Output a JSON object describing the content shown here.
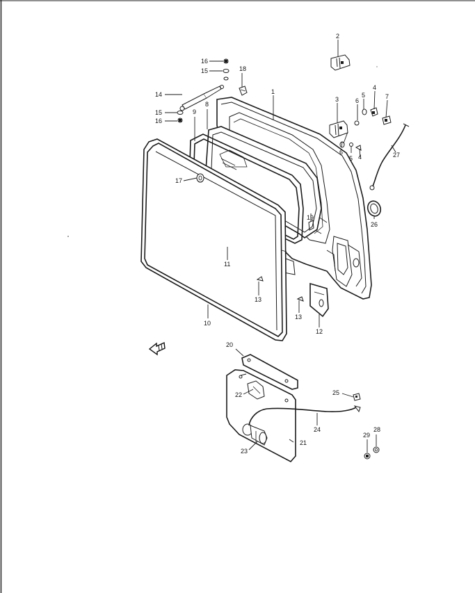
{
  "diagram": {
    "callouts": [
      {
        "id": "c1",
        "label": "1"
      },
      {
        "id": "c2",
        "label": "2"
      },
      {
        "id": "c3",
        "label": "3"
      },
      {
        "id": "c4a",
        "label": "4"
      },
      {
        "id": "c4b",
        "label": "4"
      },
      {
        "id": "c5a",
        "label": "5"
      },
      {
        "id": "c5b",
        "label": "5"
      },
      {
        "id": "c6a",
        "label": "6"
      },
      {
        "id": "c6b",
        "label": "6"
      },
      {
        "id": "c7",
        "label": "7"
      },
      {
        "id": "c8",
        "label": "8"
      },
      {
        "id": "c9",
        "label": "9"
      },
      {
        "id": "c10",
        "label": "10"
      },
      {
        "id": "c11",
        "label": "11"
      },
      {
        "id": "c12",
        "label": "12"
      },
      {
        "id": "c13a",
        "label": "13"
      },
      {
        "id": "c13b",
        "label": "13"
      },
      {
        "id": "c14",
        "label": "14"
      },
      {
        "id": "c15a",
        "label": "15"
      },
      {
        "id": "c15b",
        "label": "15"
      },
      {
        "id": "c16a",
        "label": "16"
      },
      {
        "id": "c16b",
        "label": "16"
      },
      {
        "id": "c17",
        "label": "17"
      },
      {
        "id": "c18",
        "label": "18"
      },
      {
        "id": "c19",
        "label": "19"
      },
      {
        "id": "c20",
        "label": "20"
      },
      {
        "id": "c21",
        "label": "21"
      },
      {
        "id": "c22",
        "label": "22"
      },
      {
        "id": "c23",
        "label": "23"
      },
      {
        "id": "c24",
        "label": "24"
      },
      {
        "id": "c25",
        "label": "25"
      },
      {
        "id": "c26",
        "label": "26"
      },
      {
        "id": "c27",
        "label": "27"
      },
      {
        "id": "c28",
        "label": "28"
      },
      {
        "id": "c29",
        "label": "29"
      }
    ],
    "front_arrow_icon": "front-direction-arrow-icon",
    "line_color": "#1a1a1a",
    "background": "#ffffff"
  }
}
